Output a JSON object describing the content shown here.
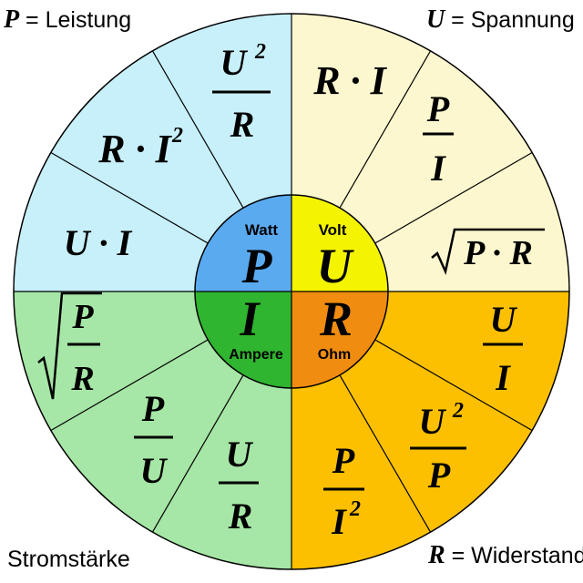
{
  "corners": {
    "top_left": {
      "symbol": "P",
      "text": " = Leistung"
    },
    "top_right": {
      "symbol": "U",
      "text": " = Spannung"
    },
    "bottom_left": {
      "symbol": "",
      "text": "Stromstärke"
    },
    "bottom_right": {
      "symbol": "R",
      "text": " = Widerstand"
    }
  },
  "center": {
    "P": {
      "symbol": "P",
      "unit": "Watt",
      "color": "#5aaaf0"
    },
    "U": {
      "symbol": "U",
      "unit": "Volt",
      "color": "#f4f400"
    },
    "I": {
      "symbol": "I",
      "unit": "Ampere",
      "color": "#2fb52f"
    },
    "R": {
      "symbol": "R",
      "unit": "Ohm",
      "color": "#f08c10"
    }
  },
  "quadrant_colors": {
    "P": "#c8f0fa",
    "U": "#fdf7cf",
    "I": "#a6e6a6",
    "R": "#fcc000"
  },
  "formulas": {
    "P_top": "U² / R",
    "P_mid": "R · I²",
    "P_low": "U · I",
    "U_top": "R · I",
    "U_mid": "P / I",
    "U_low": "√(P · R)",
    "R_top": "U / I",
    "R_mid": "U² / P",
    "R_low": "P / I²",
    "I_low": "U / R",
    "I_mid": "P / U",
    "I_top": "√(P / R)"
  }
}
